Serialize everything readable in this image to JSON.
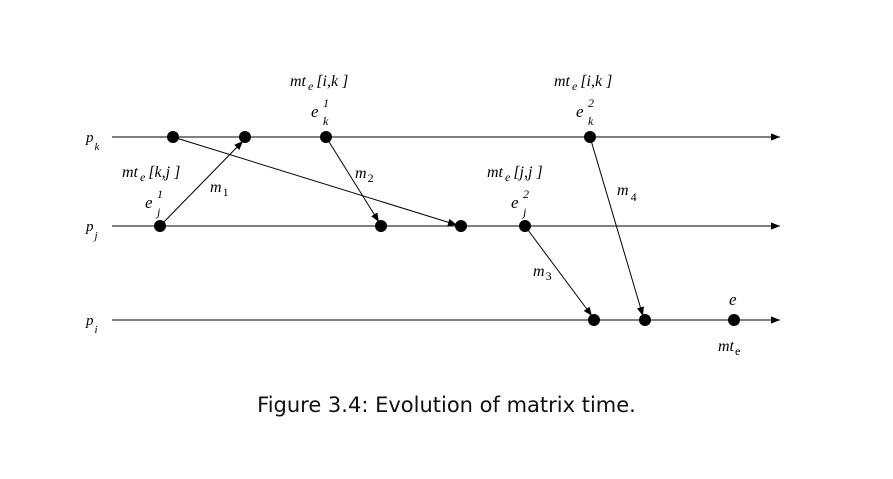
{
  "processes": [
    {
      "id": "pk",
      "name": "p",
      "sub": "k"
    },
    {
      "id": "pj",
      "name": "p",
      "sub": "j"
    },
    {
      "id": "pi",
      "name": "p",
      "sub": "i"
    }
  ],
  "event_labels": {
    "ek1": {
      "matrix": "mt",
      "matrix_sub": "e",
      "matrix_index": "[i,k ]",
      "event": "e",
      "sup": "1",
      "sub": "k"
    },
    "ek2": {
      "matrix": "mt",
      "matrix_sub": "e",
      "matrix_index": "[i,k  ]",
      "event": "e",
      "sup": "2",
      "sub": "k"
    },
    "ej1": {
      "matrix": "mt",
      "matrix_sub": "e",
      "matrix_index": "[k,j  ]",
      "event": "e",
      "sup": "1",
      "sub": "j"
    },
    "ej2": {
      "matrix": "mt",
      "matrix_sub": "e",
      "matrix_index": "[j,j  ]",
      "event": "e",
      "sup": "2",
      "sub": "j"
    },
    "e": {
      "event": "e",
      "matrix": "mt",
      "matrix_sub": "e"
    }
  },
  "messages": [
    {
      "id": "m1",
      "name": "m",
      "sub": "1"
    },
    {
      "id": "m2",
      "name": "m",
      "sub": "2"
    },
    {
      "id": "m3",
      "name": "m",
      "sub": "3"
    },
    {
      "id": "m4",
      "name": "m",
      "sub": "4"
    }
  ],
  "caption": "Figure 3.4: Evolution of matrix time."
}
